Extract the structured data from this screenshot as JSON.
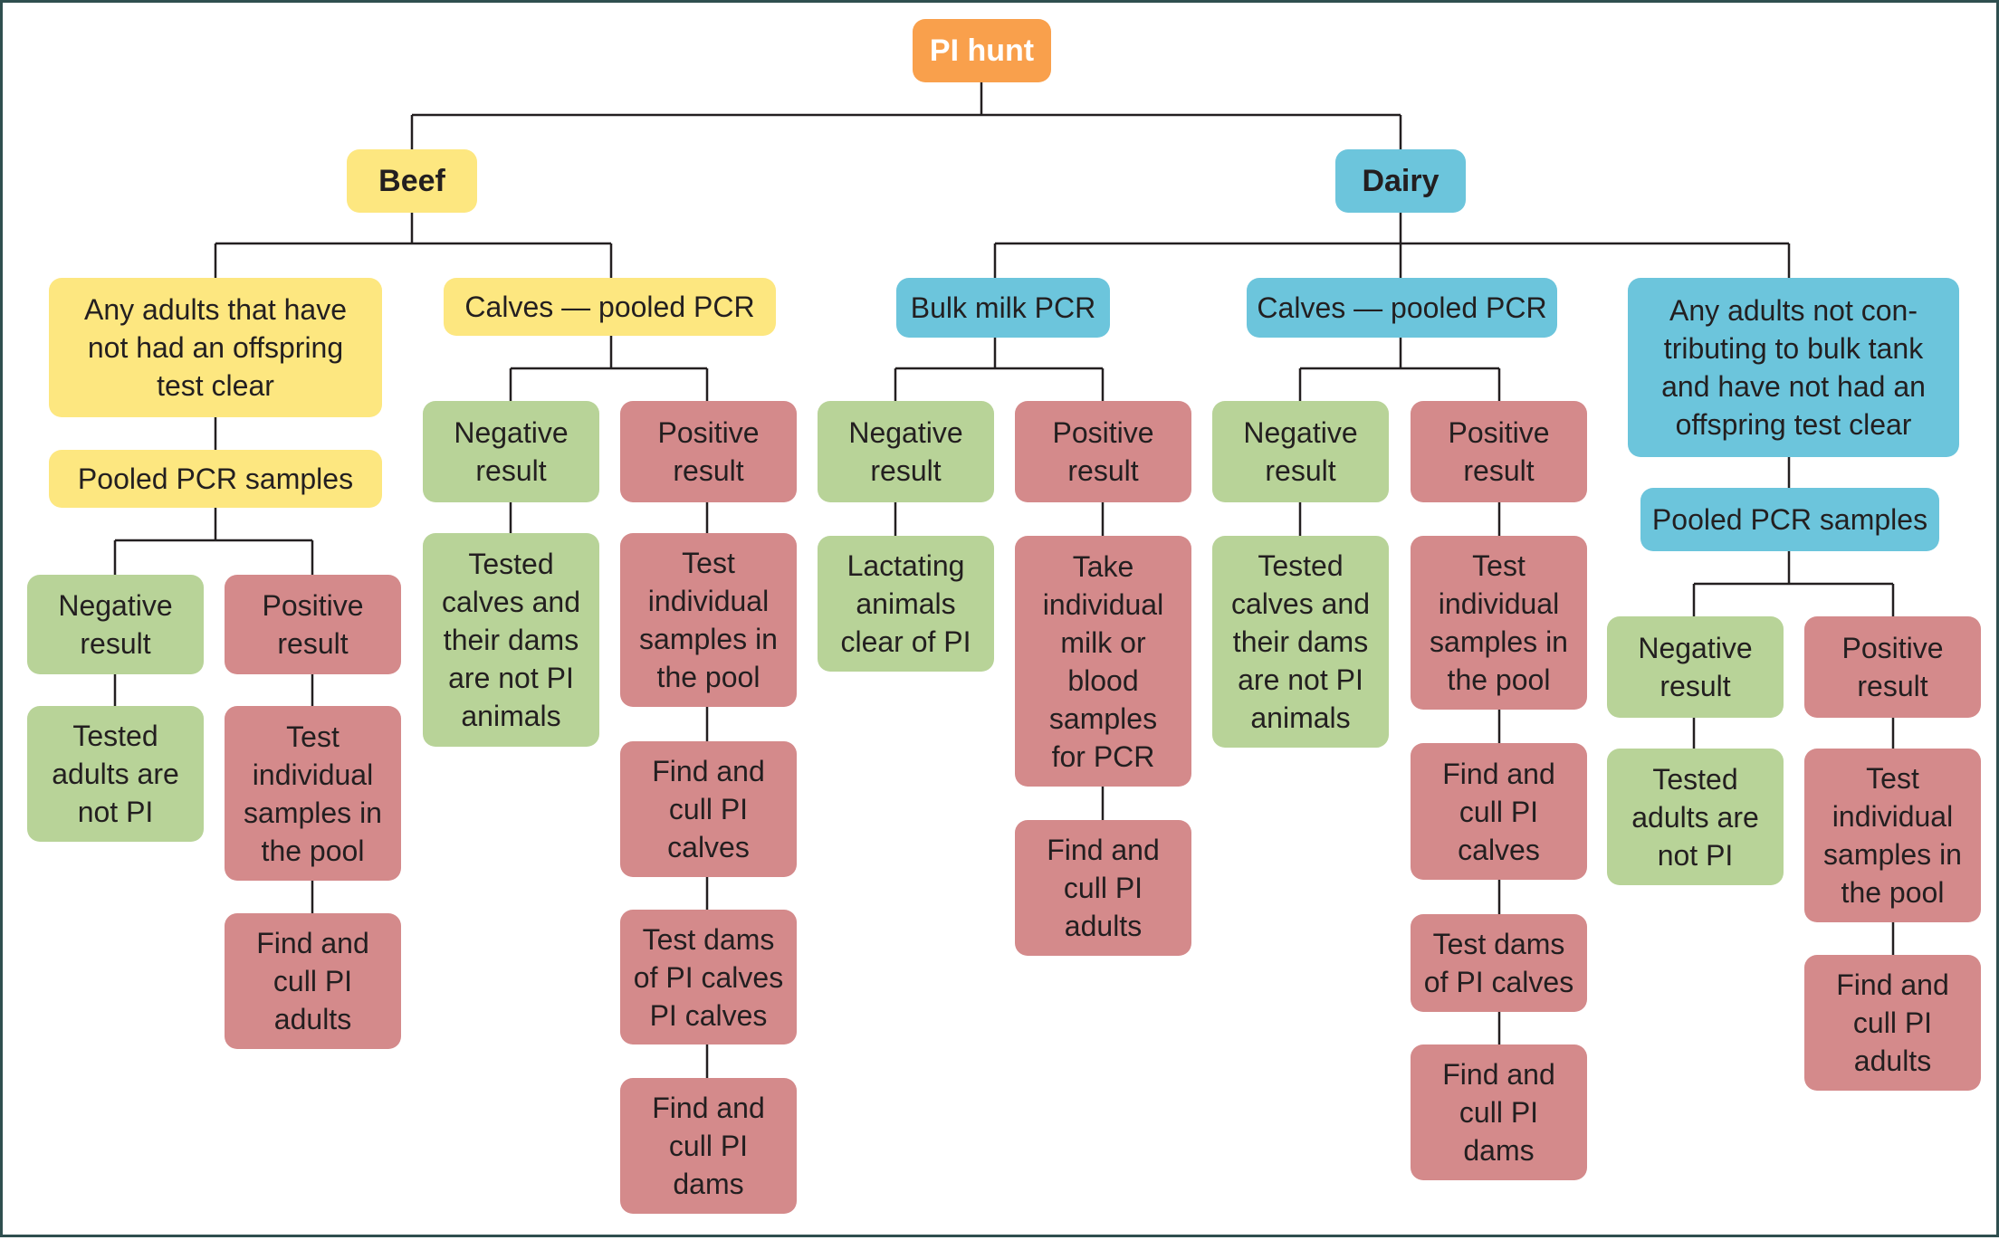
{
  "colors": {
    "orange": "#f9a04c",
    "beef_yellow": "#fde780",
    "dairy_blue": "#6cc5dc",
    "negative_green": "#b8d398",
    "positive_red": "#d48a8b",
    "line": "#231f20"
  },
  "nodes": {
    "root": "PI hunt",
    "beef": "Beef",
    "dairy": "Dairy",
    "beef_adults": "Any adults that have\nnot had an offspring\ntest clear",
    "beef_adults_pooled": "Pooled PCR samples",
    "beef_adults_negative": "Negative\nresult",
    "beef_adults_negative_outcome": "Tested\nadults are\nnot PI",
    "beef_adults_positive": "Positive\nresult",
    "beef_adults_positive_test": "Test\nindividual\nsamples in\nthe pool",
    "beef_adults_positive_cull": "Find and\ncull PI\nadults",
    "beef_calves": "Calves — pooled PCR",
    "beef_calves_negative": "Negative\nresult",
    "beef_calves_negative_outcome": "Tested\ncalves and\ntheir dams\nare not PI\nanimals",
    "beef_calves_positive": "Positive\nresult",
    "beef_calves_positive_test": "Test\nindividual\nsamples in\nthe pool",
    "beef_calves_positive_cull_calves": "Find and\ncull PI\ncalves",
    "beef_calves_positive_test_dams": "Test dams\nof PI calves\nPI calves",
    "beef_calves_positive_cull_dams": "Find and\ncull PI\ndams",
    "dairy_bulk": "Bulk milk PCR",
    "dairy_bulk_negative": "Negative\nresult",
    "dairy_bulk_negative_outcome": "Lactating\nanimals\nclear of PI",
    "dairy_bulk_positive": "Positive\nresult",
    "dairy_bulk_positive_take": "Take\nindividual\nmilk or\nblood\nsamples\nfor PCR",
    "dairy_bulk_positive_cull": "Find and\ncull PI\nadults",
    "dairy_calves": "Calves — pooled PCR",
    "dairy_calves_negative": "Negative\nresult",
    "dairy_calves_negative_outcome": "Tested\ncalves and\ntheir dams\nare not PI\nanimals",
    "dairy_calves_positive": "Positive\nresult",
    "dairy_calves_positive_test": "Test\nindividual\nsamples in\nthe pool",
    "dairy_calves_positive_cull_calves": "Find and\ncull PI\ncalves",
    "dairy_calves_positive_test_dams": "Test dams\nof PI calves",
    "dairy_calves_positive_cull_dams": "Find and\ncull PI\ndams",
    "dairy_adults": "Any adults not con-\ntributing to bulk tank\nand have not had an\noffspring test clear",
    "dairy_adults_pooled": "Pooled PCR samples",
    "dairy_adults_negative": "Negative\nresult",
    "dairy_adults_negative_outcome": "Tested\nadults are\nnot PI",
    "dairy_adults_positive": "Positive\nresult",
    "dairy_adults_positive_test": "Test\nindividual\nsamples in\nthe pool",
    "dairy_adults_positive_cull": "Find and\ncull PI\nadults"
  }
}
